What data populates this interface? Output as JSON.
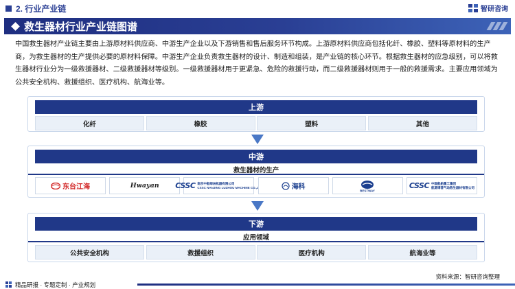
{
  "header": {
    "section": "2. 行业产业链",
    "brand": "智研咨询"
  },
  "title": "救生器材行业产业链图谱",
  "intro": "中国救生器材产业链主要由上游原材料供应商、中游生产企业以及下游销售和售后服务环节构成。上游原材料供应商包括化纤、橡胶、塑料等原材料的生产商，为救生器材的生产提供必要的原材料保障。中游生产企业负责救生器材的设计、制造和组装，是产业链的核心环节。根据救生器材的应急级别，可以将救生器材行业分为一级救援器材、二级救援器材等级别。一级救援器材用于更紧急、危险的救援行动，而二级救援器材则用于一般的救援需求。主要应用领域为公共安全机构、救援组织、医疗机构、航海业等。",
  "upstream": {
    "label": "上游",
    "items": [
      "化纤",
      "橡胶",
      "塑料",
      "其他"
    ]
  },
  "midstream": {
    "label": "中游",
    "subtitle": "救生器材的生产",
    "logos": [
      {
        "name": "东台江海",
        "icon": "jianghai-logo"
      },
      {
        "name": "Hwayan",
        "icon": "hwayan-logo"
      },
      {
        "mark": "CSSC",
        "line1": "南京中船绿洲机器有限公司",
        "line2": "CSSC NANJING LUZHOU MACHINE CO.,LTD",
        "icon": "cssc-logo"
      },
      {
        "name": "海科",
        "icon": "haike-logo"
      },
      {
        "name": "BESTWAY",
        "icon": "bestway-logo"
      },
      {
        "mark": "CSSC",
        "line1": "中国船舶重工集团",
        "line2": "航源博普气动救生器材有限公司",
        "icon": "cssc-logo"
      }
    ]
  },
  "downstream": {
    "label": "下游",
    "subtitle": "应用领域",
    "items": [
      "公共安全机构",
      "救援组织",
      "医疗机构",
      "航海业等"
    ]
  },
  "source": "资料来源：智研咨询整理",
  "footer": "精品研报 · 专题定制 · 产业规划",
  "colors": {
    "primary": "#203888",
    "cell_bg": "#eaf0f8",
    "border": "#c7d5ea"
  }
}
